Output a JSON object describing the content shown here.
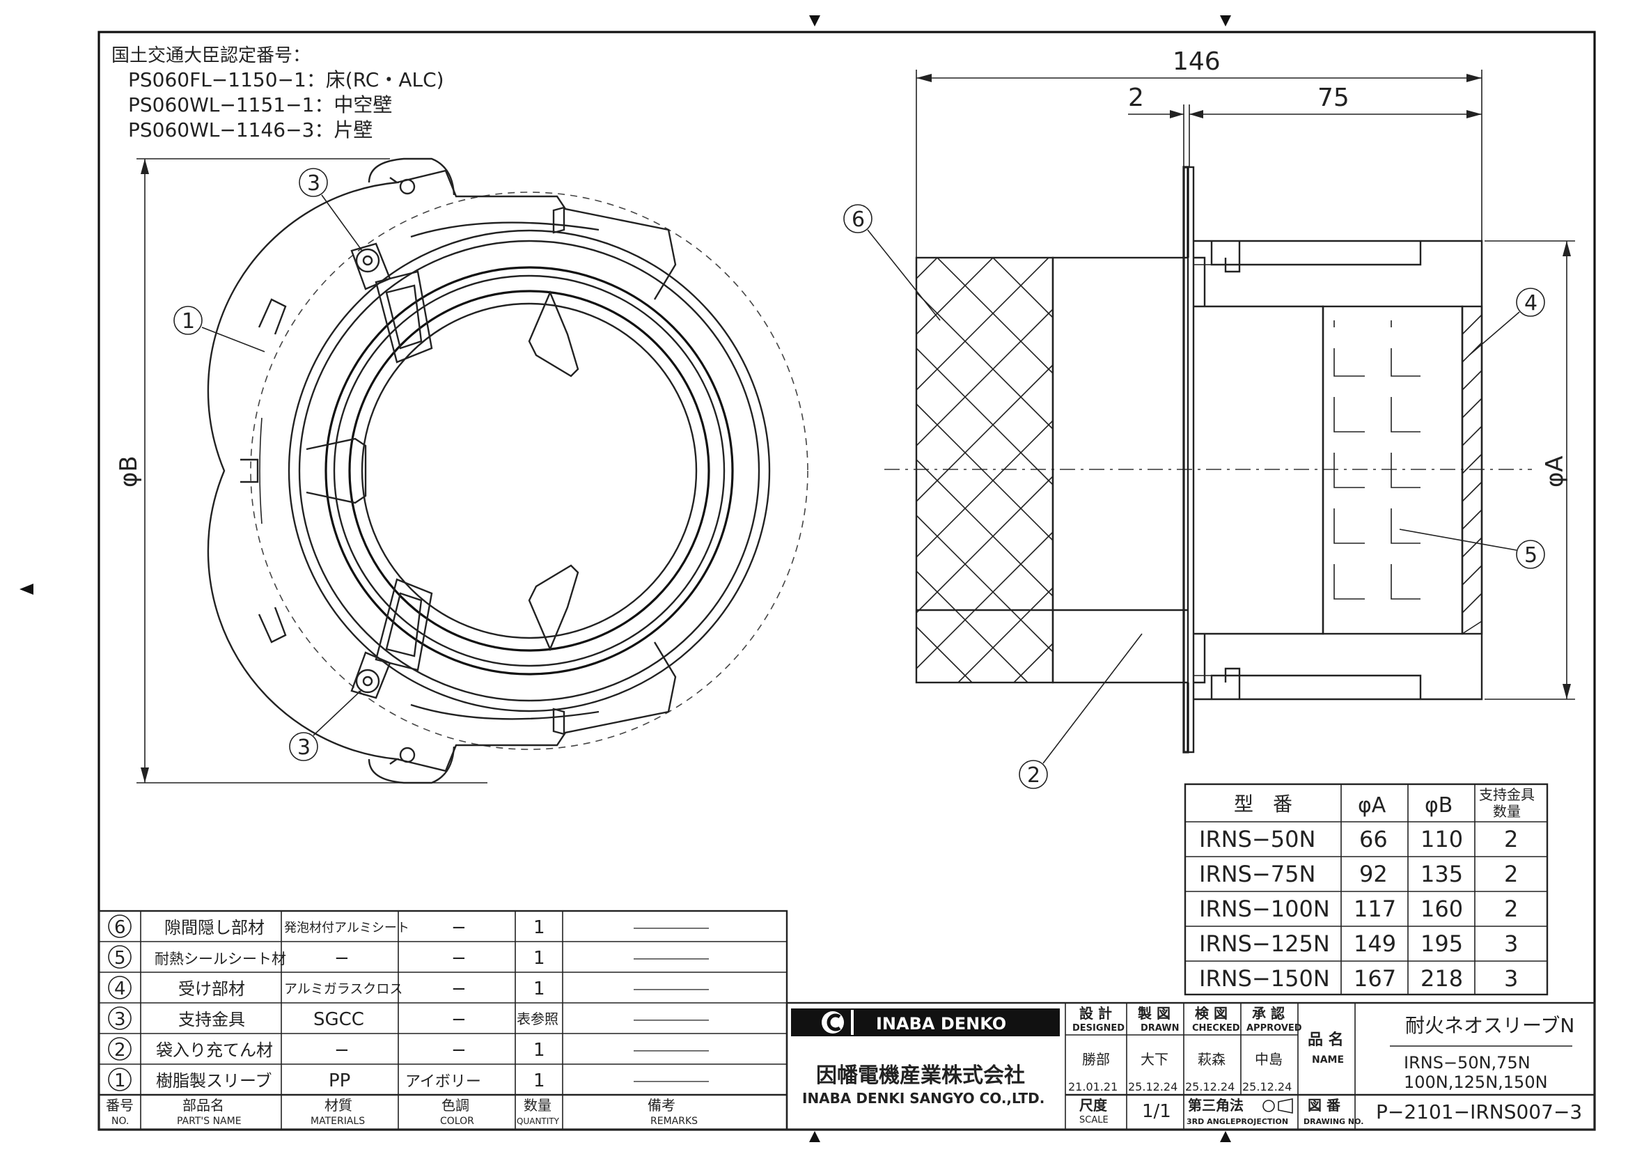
{
  "cert": {
    "heading": "国土交通大臣認定番号：",
    "lines": [
      "PS060FL−1150−1：床(RC・ALC)",
      "PS060WL−1151−1：中空壁",
      "PS060WL−1146−3：片壁"
    ]
  },
  "dims": {
    "total": "146",
    "gap": "2",
    "flange": "75",
    "phiA": "φA",
    "phiB": "φB"
  },
  "balloons": {
    "b1": "1",
    "b2": "2",
    "b3a": "3",
    "b3b": "3",
    "b4": "4",
    "b5": "5",
    "b6": "6"
  },
  "spec": {
    "headers": [
      "型　番",
      "φA",
      "φB",
      "支持金具",
      "数量"
    ],
    "rows": [
      [
        "IRNS−50N",
        "66",
        "110",
        "2"
      ],
      [
        "IRNS−75N",
        "92",
        "135",
        "2"
      ],
      [
        "IRNS−100N",
        "117",
        "160",
        "2"
      ],
      [
        "IRNS−125N",
        "149",
        "195",
        "3"
      ],
      [
        "IRNS−150N",
        "167",
        "218",
        "3"
      ]
    ]
  },
  "parts": {
    "rows": [
      [
        "6",
        "隙間隠し部材",
        "発泡材付アルミシート",
        "−",
        "1",
        "――――――"
      ],
      [
        "5",
        "耐熱シールシート材",
        "−",
        "−",
        "1",
        "――――――"
      ],
      [
        "4",
        "受け部材",
        "アルミガラスクロス",
        "−",
        "1",
        "――――――"
      ],
      [
        "3",
        "支持金具",
        "SGCC",
        "−",
        "表参照",
        "――――――"
      ],
      [
        "2",
        "袋入り充てん材",
        "−",
        "−",
        "1",
        "――――――"
      ],
      [
        "1",
        "樹脂製スリーブ",
        "PP",
        "アイボリー",
        "1",
        "――――――"
      ]
    ],
    "header_jp": [
      "番号",
      "部品名",
      "材質",
      "色調",
      "数量",
      "備考"
    ],
    "header_en": [
      "NO.",
      "PART'S NAME",
      "MATERIALS",
      "COLOR",
      "QUANTITY",
      "REMARKS"
    ]
  },
  "title_block": {
    "brand": "INABA DENKO",
    "company_jp": "因幡電機産業株式会社",
    "company_en": "INABA DENKI SANGYO CO.,LTD.",
    "roles_jp": [
      "設 計",
      "製 図",
      "検 図",
      "承 認"
    ],
    "roles_en": [
      "DESIGNED",
      "DRAWN",
      "CHECKED",
      "APPROVED"
    ],
    "names": [
      "勝部",
      "大下",
      "萩森",
      "中島"
    ],
    "dates": [
      "21.01.21",
      "25.12.24",
      "25.12.24",
      "25.12.24"
    ],
    "name_label_jp": "品 名",
    "name_label_en": "NAME",
    "product_name": "耐火ネオスリーブN",
    "models_1": "IRNS−50N,75N",
    "models_2": "100N,125N,150N",
    "scale_label_jp": "尺度",
    "scale_label_en": "SCALE",
    "scale": "1/1",
    "projection_jp": "第三角法",
    "projection_en": "3RD ANGLEPROJECTION",
    "drawing_no_label_jp": "図 番",
    "drawing_no_label_en": "DRAWING NO.",
    "drawing_no": "P−2101−IRNS007−3"
  }
}
